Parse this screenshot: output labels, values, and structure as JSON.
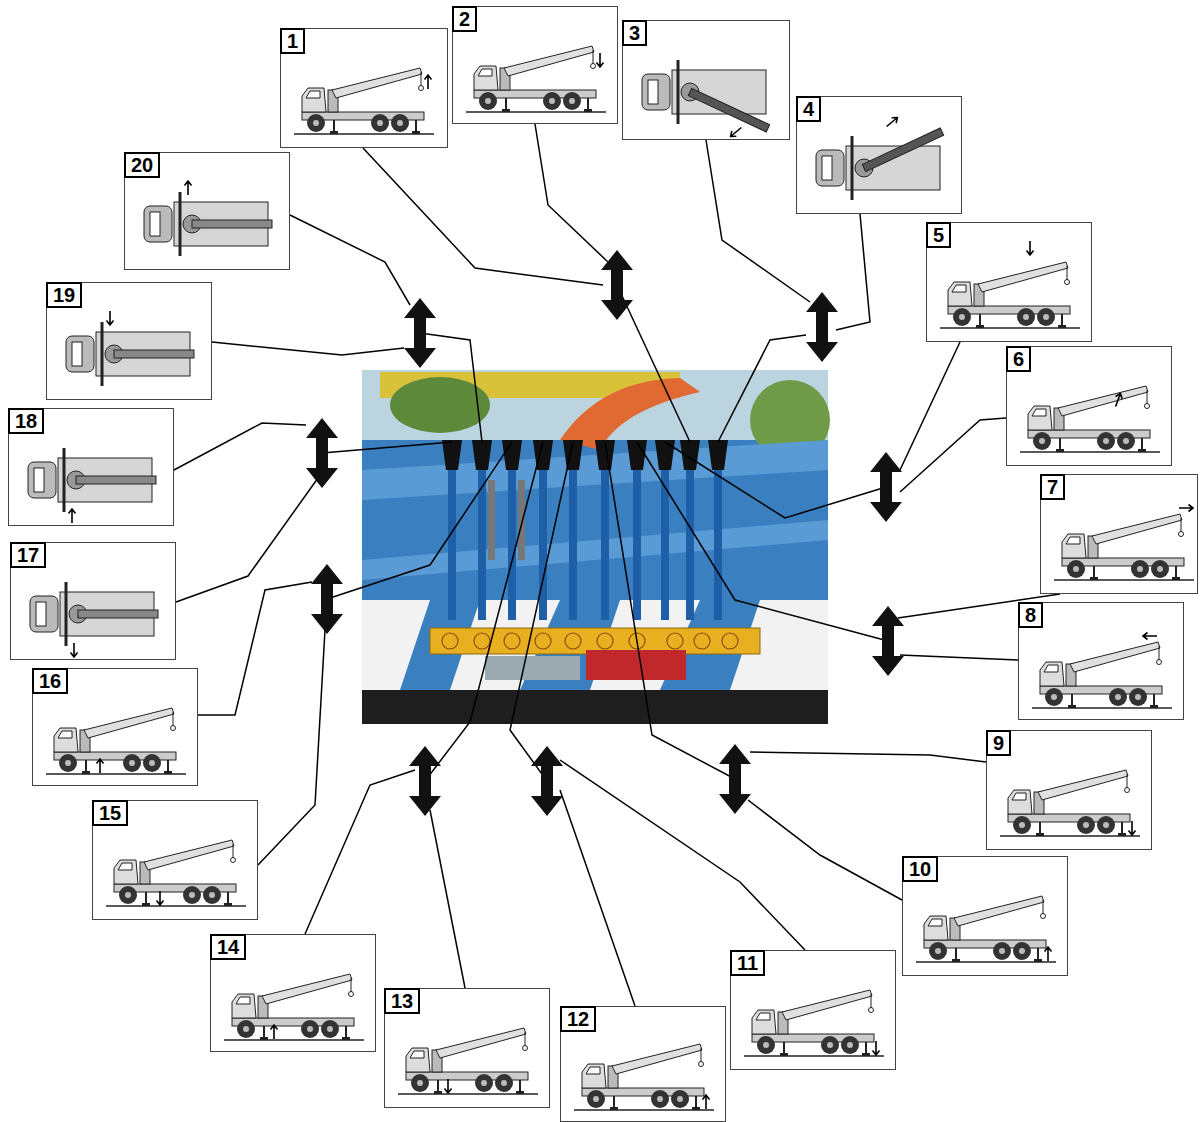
{
  "diagram": {
    "nodes": [
      {
        "text": [
          "1"
        ]
      },
      {
        "text": [
          "2"
        ]
      },
      {
        "text": [
          "3"
        ]
      },
      {
        "text": [
          "4"
        ]
      },
      {
        "text": [
          "5"
        ]
      },
      {
        "text": [
          "6"
        ]
      },
      {
        "text": [
          "7"
        ]
      },
      {
        "text": [
          "8"
        ]
      },
      {
        "text": [
          "9"
        ]
      },
      {
        "text": [
          "10"
        ]
      },
      {
        "text": [
          "11"
        ]
      },
      {
        "text": [
          "12"
        ]
      },
      {
        "text": [
          "13"
        ]
      },
      {
        "text": [
          "14"
        ]
      },
      {
        "text": [
          "15"
        ]
      },
      {
        "text": [
          "16"
        ]
      },
      {
        "text": [
          "17"
        ]
      },
      {
        "text": [
          "18"
        ]
      },
      {
        "text": [
          "19"
        ]
      },
      {
        "text": [
          "20"
        ]
      }
    ]
  }
}
